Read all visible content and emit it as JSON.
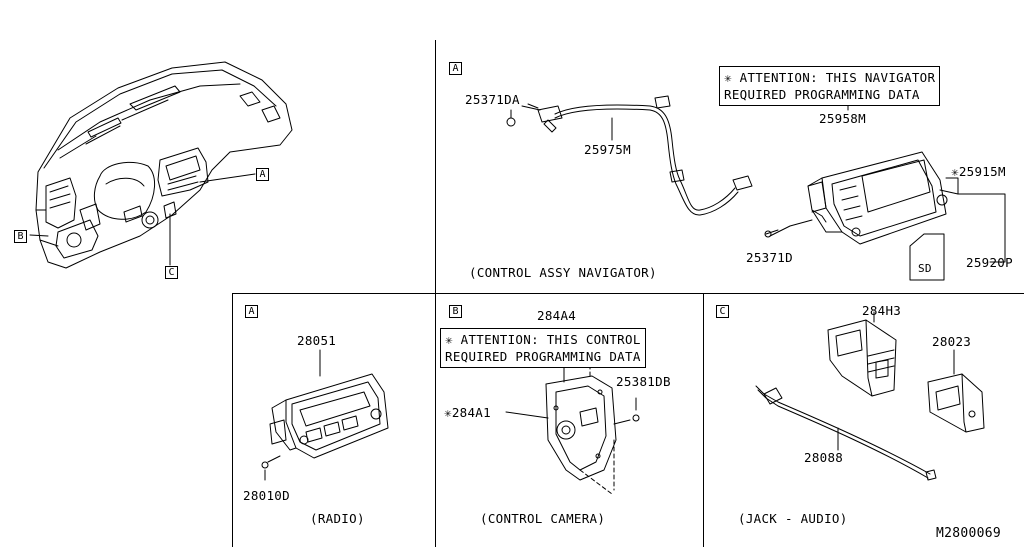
{
  "section_markers": {
    "a_top": "A",
    "a_left": "A",
    "b": "B",
    "c": "C"
  },
  "overview_callouts": {
    "a": "A",
    "b": "B",
    "c": "C"
  },
  "notes": {
    "navigator": {
      "line1": "✳ ATTENTION: THIS NAVIGATOR",
      "line2": "REQUIRED PROGRAMMING DATA"
    },
    "camera": {
      "line1": "✳ ATTENTION: THIS CONTROL",
      "line2": "REQUIRED PROGRAMMING DATA"
    }
  },
  "parts": {
    "p25371DA": "25371DA",
    "p25975M": "25975M",
    "p25958M": "25958M",
    "p25915M": "✳25915M",
    "p25371D": "25371D",
    "p25920P": "25920P",
    "sd_card": "SD",
    "p28051": "28051",
    "p28010D": "28010D",
    "p284A4": "284A4",
    "p284A1": "✳284A1",
    "p25381DB": "25381DB",
    "p284H3": "284H3",
    "p28023": "28023",
    "p28088": "28088"
  },
  "captions": {
    "navigator": "(CONTROL ASSY NAVIGATOR)",
    "radio": "(RADIO)",
    "camera": "(CONTROL CAMERA)",
    "jack": "(JACK - AUDIO)"
  },
  "diagram_code": "M2800069"
}
